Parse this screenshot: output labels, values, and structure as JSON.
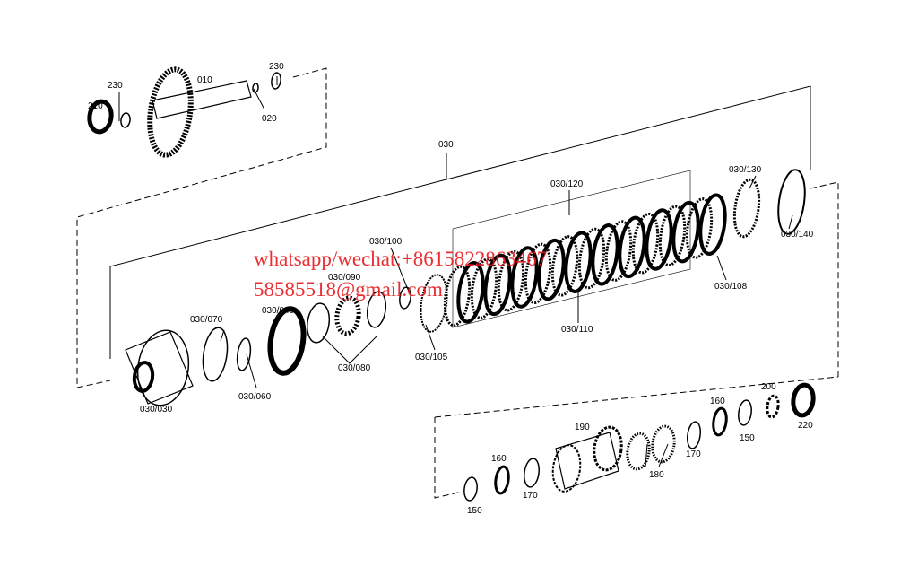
{
  "labels": {
    "p230a": "230",
    "p010": "010",
    "p230b": "230",
    "p210": "210",
    "p020": "020",
    "p030": "030",
    "p030_130": "030/130",
    "p030_120": "030/120",
    "p030_140": "030/140",
    "p030_100": "030/100",
    "p030_090": "030/090",
    "p030_040": "030/040",
    "p030_070": "030/070",
    "p030_108": "030/108",
    "p030_110": "030/110",
    "p030_105": "030/105",
    "p030_080": "030/080",
    "p030_060": "030/060",
    "p030_030": "030/030",
    "p190": "190",
    "p200": "200",
    "p160a": "160",
    "p220": "220",
    "p150a": "150",
    "p170a": "170",
    "p180": "180",
    "p160b": "160",
    "p170b": "170",
    "p150b": "150"
  },
  "watermark": {
    "line1": "whatsapp/wechat:+8615822863467",
    "line2": "58585518@gmail.com"
  },
  "colors": {
    "watermark": "#e8181c",
    "ink": "#000000"
  }
}
